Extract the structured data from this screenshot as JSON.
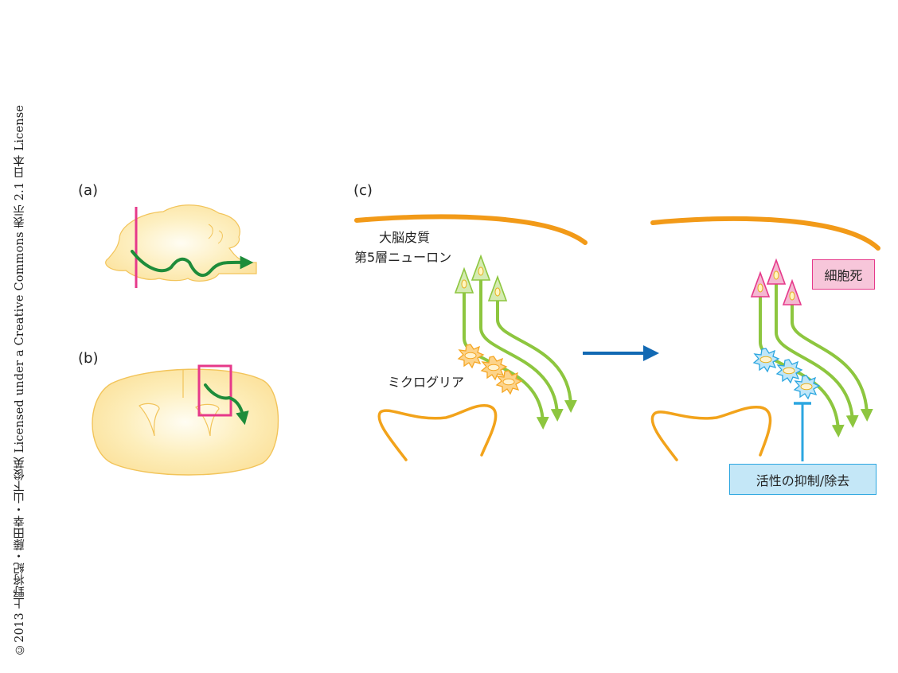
{
  "credit": "©2013 上野将紀・藤田幸・山下俊英 Licensed under a Creative Commons 表示 2.1 日本 License",
  "panels": {
    "a": "(a)",
    "b": "(b)",
    "c": "(c)"
  },
  "labels": {
    "cortex_line1": "大脳皮質",
    "cortex_line2": "第5層ニューロン",
    "microglia": "ミクログリア",
    "cell_death": "細胞死",
    "suppression": "活性の抑制/除去"
  },
  "colors": {
    "brain_fill": "#FCE7A4",
    "brain_outline": "#F2B33D",
    "pink_marker": "#E6398A",
    "dark_green": "#1E8C3A",
    "light_green": "#8DC63F",
    "orange_arc": "#F29A18",
    "microglia_orange": "#F5A623",
    "microglia_blue": "#2BA6E0",
    "flow_arrow_blue": "#1269B3",
    "cell_death_box": "#F7C6DA",
    "suppression_box": "#C4E7F7"
  }
}
